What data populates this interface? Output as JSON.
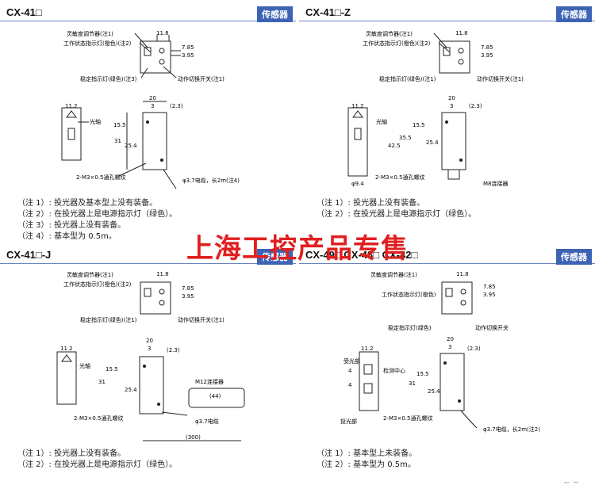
{
  "badge": "传感器",
  "panels": [
    {
      "model": "CX-41□",
      "callouts": {
        "a": "灵敏度调节器(注1)",
        "b": "工作状态指示灯(橙色)(注2)",
        "c": "稳定指示灯(绿色)(注3)",
        "d": "动作切换开关(注1)",
        "axis": "光轴",
        "screw": "2-M3×0.5通孔螺纹",
        "cable": "φ3.7电缆，长2m(注4)"
      },
      "notes": [
        "（注 1）: 投光器及基本型上没有装备。",
        "（注 2）: 在投光器上是电源指示灯（绿色）。",
        "（注 3）: 投光器上没有装备。",
        "（注 4）: 基本型为 0.5m。"
      ]
    },
    {
      "model": "CX-41□-Z",
      "callouts": {
        "a": "灵敏度调节器(注1)",
        "b": "工作状态指示灯(橙色)(注2)",
        "c": "稳定指示灯(绿色)(注1)",
        "d": "动作切换开关(注1)",
        "axis": "光轴",
        "screw": "2-M3×0.5通孔螺纹",
        "cable": "M8连接器"
      },
      "notes": [
        "（注 1）: 投光器上没有装备。",
        "（注 2）: 在投光器上是电源指示灯（绿色）。"
      ]
    },
    {
      "model": "CX-41□-J",
      "callouts": {
        "a": "灵敏度调节器(注1)",
        "b": "工作状态指示灯(橙色)(注2)",
        "c": "稳定指示灯(绿色)(注1)",
        "d": "动作切换开关(注1)",
        "axis": "光轴",
        "screw": "2-M3×0.5通孔螺纹",
        "cable": "φ3.7电缆",
        "conn": "M12连接器"
      },
      "notes": [
        "（注 1）: 投光器上没有装备。",
        "（注 2）: 在投光器上是电源指示灯（绿色）。"
      ]
    },
    {
      "model": "CX-49□ CX-48□ CX-42□",
      "callouts": {
        "a": "灵敏度调节器(注1)",
        "b": "工作状态指示灯(橙色)",
        "c": "稳定指示灯(绿色)",
        "d": "动作切换开关",
        "rx": "受光部",
        "tx": "投光部",
        "center": "检测中心",
        "screw": "2-M3×0.5通孔螺纹",
        "cable": "φ3.7电缆，长2m(注2)"
      },
      "notes": [
        "（注 1）: 基本型上未装备。",
        "（注 2）: 基本型为 0.5m。"
      ]
    }
  ],
  "dims": {
    "d11_8": "11.8",
    "d7_85": "7.85",
    "d3_95": "3.95",
    "d20": "20",
    "d3": "3",
    "d2_3": "(2.3)",
    "d15_5": "15.5",
    "d31": "31",
    "d25_4": "25.4",
    "d11_2": "11.2",
    "d35_5": "35.5",
    "d42_5": "42.5",
    "d9_4": "φ9.4",
    "d44": "(44)",
    "d300": "(300)",
    "d4": "4"
  },
  "watermark": "上海工控产品专售",
  "corner_mark": "~ ~"
}
